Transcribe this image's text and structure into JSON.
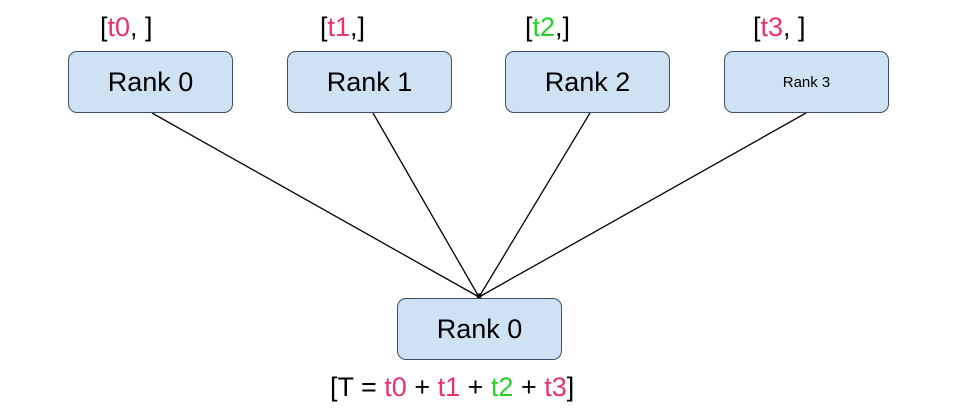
{
  "colors": {
    "node_fill": "#cfe2f3",
    "node_border": "#3d4f63",
    "pink": "#e8326e",
    "green": "#27d12a",
    "edge": "#000000"
  },
  "nodes": {
    "rank0": {
      "label": "Rank 0"
    },
    "rank1": {
      "label": "Rank 1"
    },
    "rank2": {
      "label": "Rank 2"
    },
    "rank3": {
      "label": "Rank 3"
    },
    "root": {
      "label": "Rank 0"
    }
  },
  "tags": {
    "t0": {
      "open": "[",
      "value": "t0",
      "close": ", ]"
    },
    "t1": {
      "open": "[",
      "value": "t1",
      "close": ",]"
    },
    "t2": {
      "open": "[",
      "value": "t2",
      "close": ",]"
    },
    "t3": {
      "open": "[",
      "value": "t3",
      "close": ", ]"
    }
  },
  "sum": {
    "open": "[T = ",
    "t0": "t0",
    "plus1": " + ",
    "t1": "t1",
    "plus2": " + ",
    "t2": "t2",
    "plus3": " + ",
    "t3": "t3",
    "close": "]"
  }
}
